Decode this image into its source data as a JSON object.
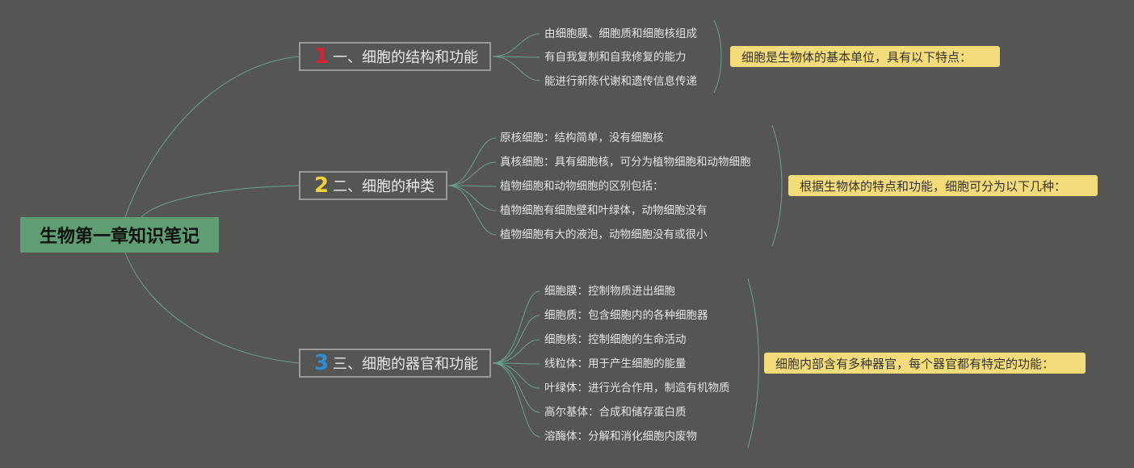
{
  "root": {
    "title": "生物第一章知识笔记"
  },
  "colors": {
    "background": "#555654",
    "root_fill": "#5f9e72",
    "connector": "#6aa38c",
    "note_fill": "#f5dc7a",
    "num1": "#d3243a",
    "num2": "#f2cf3c",
    "num3": "#2f8fd6"
  },
  "branches": [
    {
      "number": "1",
      "label": "一、细胞的结构和功能",
      "note": "细胞是生物体的基本单位，具有以下特点：",
      "leaves": [
        "由细胞膜、细胞质和细胞核组成",
        "有自我复制和自我修复的能力",
        "能进行新陈代谢和遗传信息传递"
      ]
    },
    {
      "number": "2",
      "label": "二、细胞的种类",
      "note": "根据生物体的特点和功能，细胞可分为以下几种：",
      "leaves": [
        "原核细胞：结构简单，没有细胞核",
        "真核细胞：具有细胞核，可分为植物细胞和动物细胞",
        "植物细胞和动物细胞的区别包括：",
        "植物细胞有细胞壁和叶绿体，动物细胞没有",
        "植物细胞有大的液泡，动物细胞没有或很小"
      ]
    },
    {
      "number": "3",
      "label": "三、细胞的器官和功能",
      "note": "细胞内部含有多种器官，每个器官都有特定的功能：",
      "leaves": [
        "细胞膜：控制物质进出细胞",
        "细胞质：包含细胞内的各种细胞器",
        "细胞核：控制细胞的生命活动",
        "线粒体：用于产生细胞的能量",
        "叶绿体：进行光合作用，制造有机物质",
        "高尔基体：合成和储存蛋白质",
        "溶酶体：分解和消化细胞内废物"
      ]
    }
  ]
}
